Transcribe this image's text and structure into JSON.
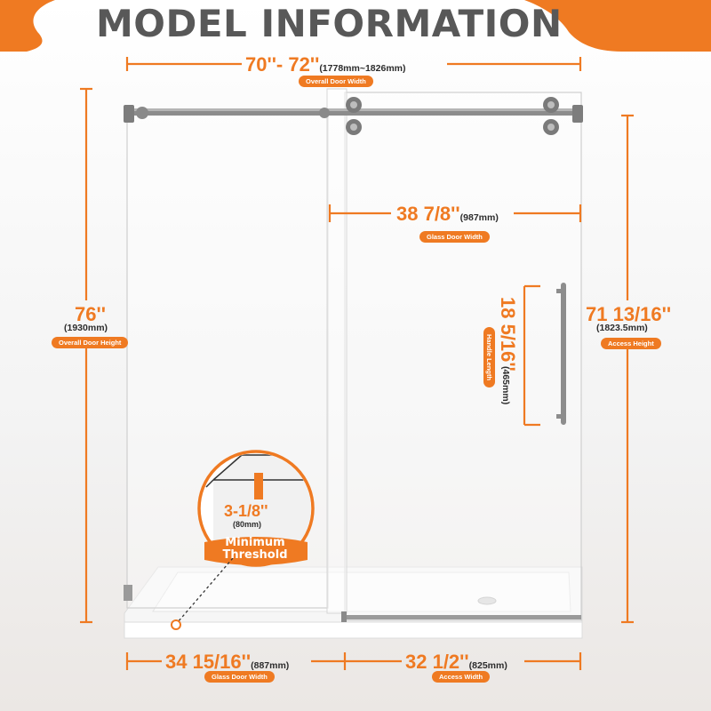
{
  "title": "MODEL INFORMATION",
  "overall_width": {
    "inch": "70''- 72''",
    "mm": "(1778mm~1826mm)",
    "label": "Overall Door Width"
  },
  "glass_door_width_top": {
    "inch": "38 7/8''",
    "mm": "(987mm)",
    "label": "Glass Door Width"
  },
  "overall_height": {
    "inch": "76''",
    "mm": "(1930mm)",
    "label": "Overall Door Height"
  },
  "access_height": {
    "inch": "71 13/16''",
    "mm": "(1823.5mm)",
    "label": "Access Height"
  },
  "handle_length": {
    "inch": "18 5/16''",
    "mm": "(465mm)",
    "label": "Handle Length"
  },
  "threshold": {
    "inch": "3-1/8''",
    "mm": "(80mm)",
    "label": "Minimum Threshold"
  },
  "glass_door_width_bottom": {
    "inch": "34 15/16''",
    "mm": "(887mm)",
    "label": "Glass Door Width"
  },
  "access_width": {
    "inch": "32 1/2''",
    "mm": "(825mm)",
    "label": "Access Width"
  },
  "colors": {
    "accent": "#ef7a22",
    "text": "#585858",
    "hardware": "#8a8a8a"
  }
}
